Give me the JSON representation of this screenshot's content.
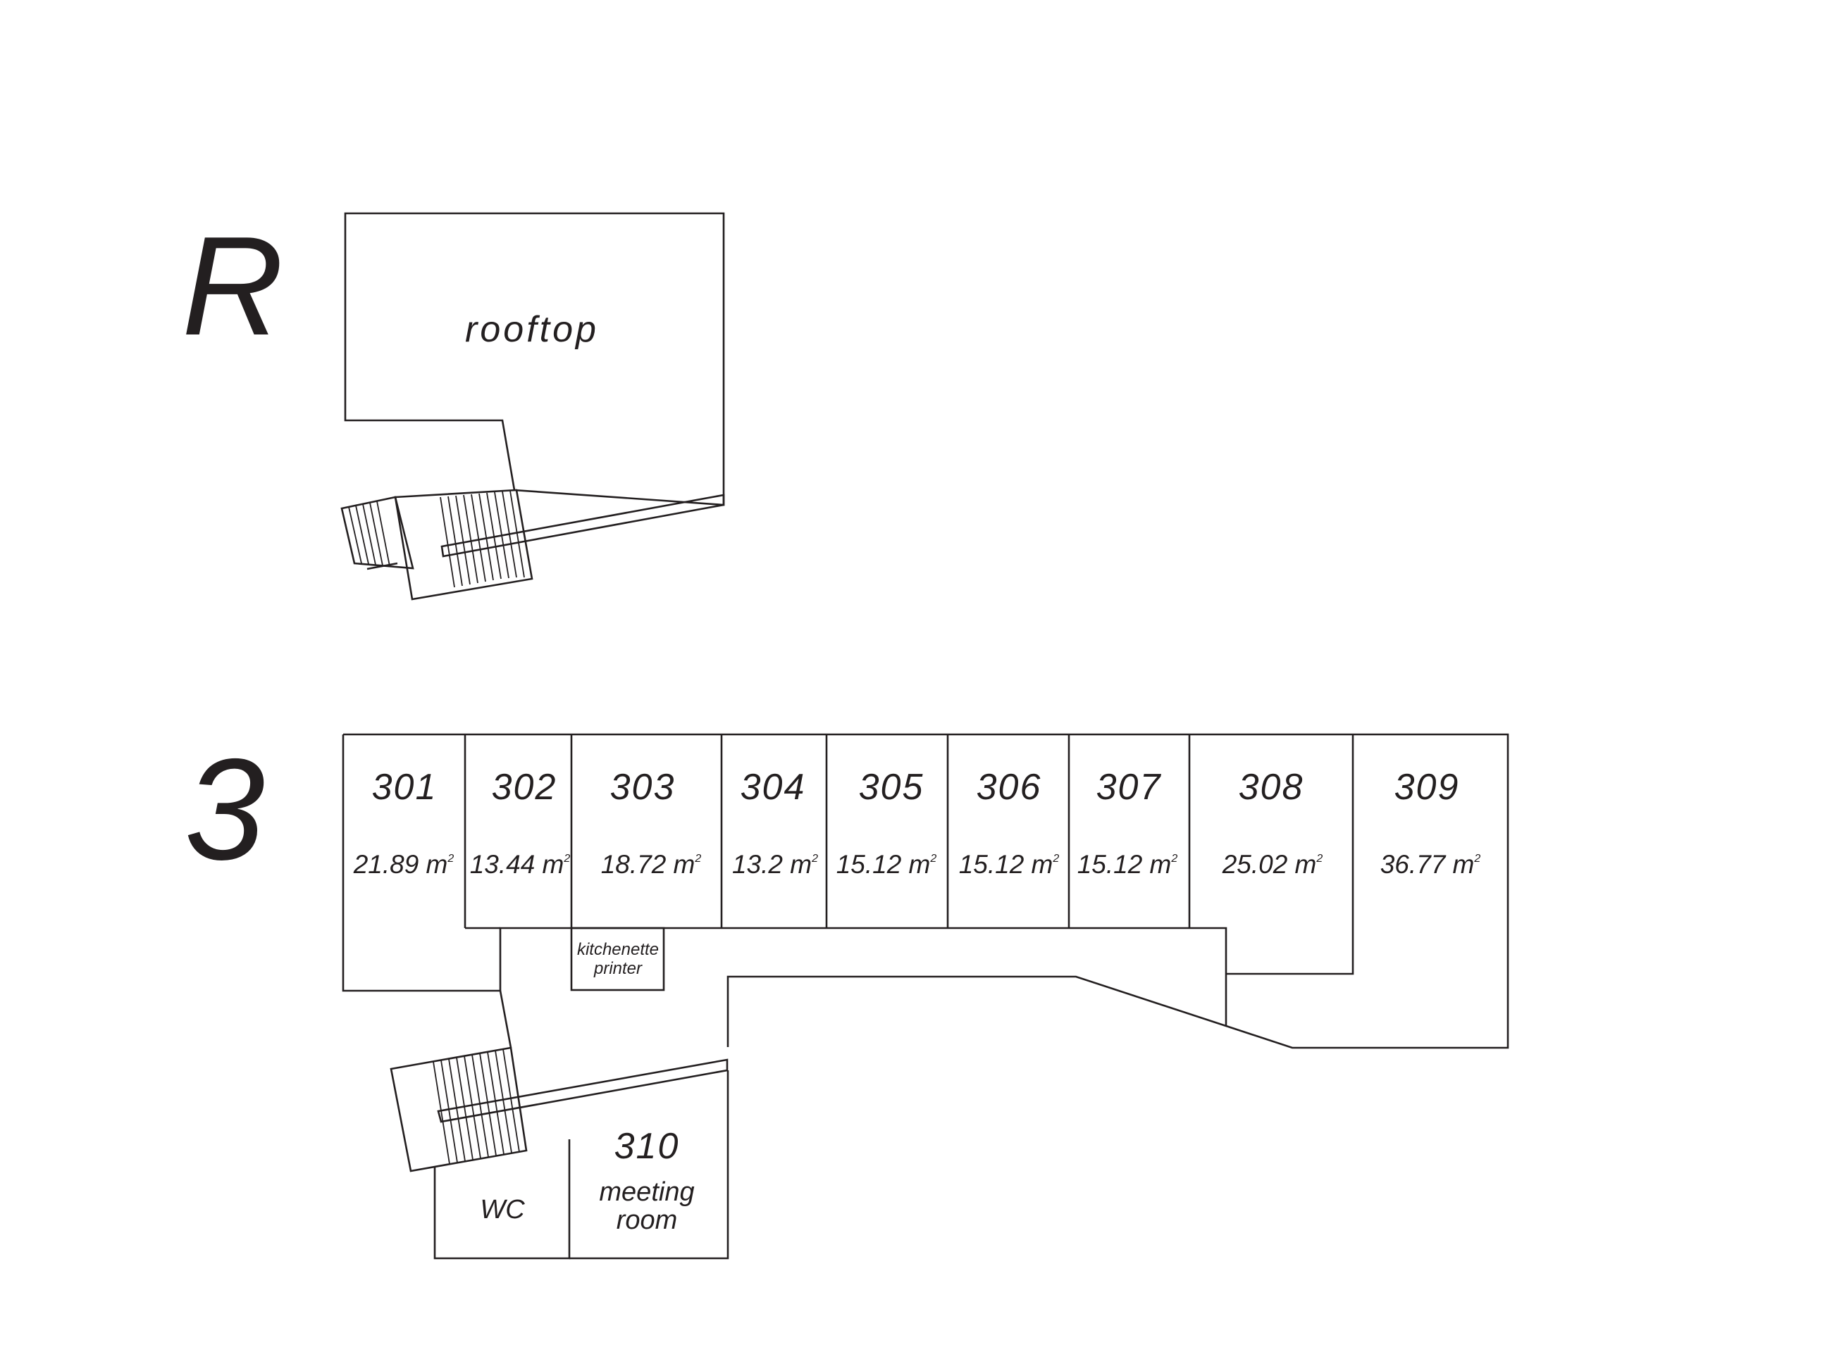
{
  "floors": {
    "roof": {
      "label": "R",
      "area_label": "rooftop"
    },
    "third": {
      "label": "3",
      "rooms": [
        {
          "number": "301",
          "area": "21.89 m",
          "unit_sup": "2"
        },
        {
          "number": "302",
          "area": "13.44 m",
          "unit_sup": "2"
        },
        {
          "number": "303",
          "area": "18.72 m",
          "unit_sup": "2"
        },
        {
          "number": "304",
          "area": "13.2 m",
          "unit_sup": "2"
        },
        {
          "number": "305",
          "area": "15.12 m",
          "unit_sup": "2"
        },
        {
          "number": "306",
          "area": "15.12 m",
          "unit_sup": "2"
        },
        {
          "number": "307",
          "area": "15.12 m",
          "unit_sup": "2"
        },
        {
          "number": "308",
          "area": "25.02 m",
          "unit_sup": "2"
        },
        {
          "number": "309",
          "area": "36.77 m",
          "unit_sup": "2"
        }
      ],
      "kitchenette": {
        "line1": "kitchenette",
        "line2": "printer"
      },
      "meeting": {
        "number": "310",
        "line1": "meeting",
        "line2": "room"
      },
      "wc": "WC"
    }
  }
}
